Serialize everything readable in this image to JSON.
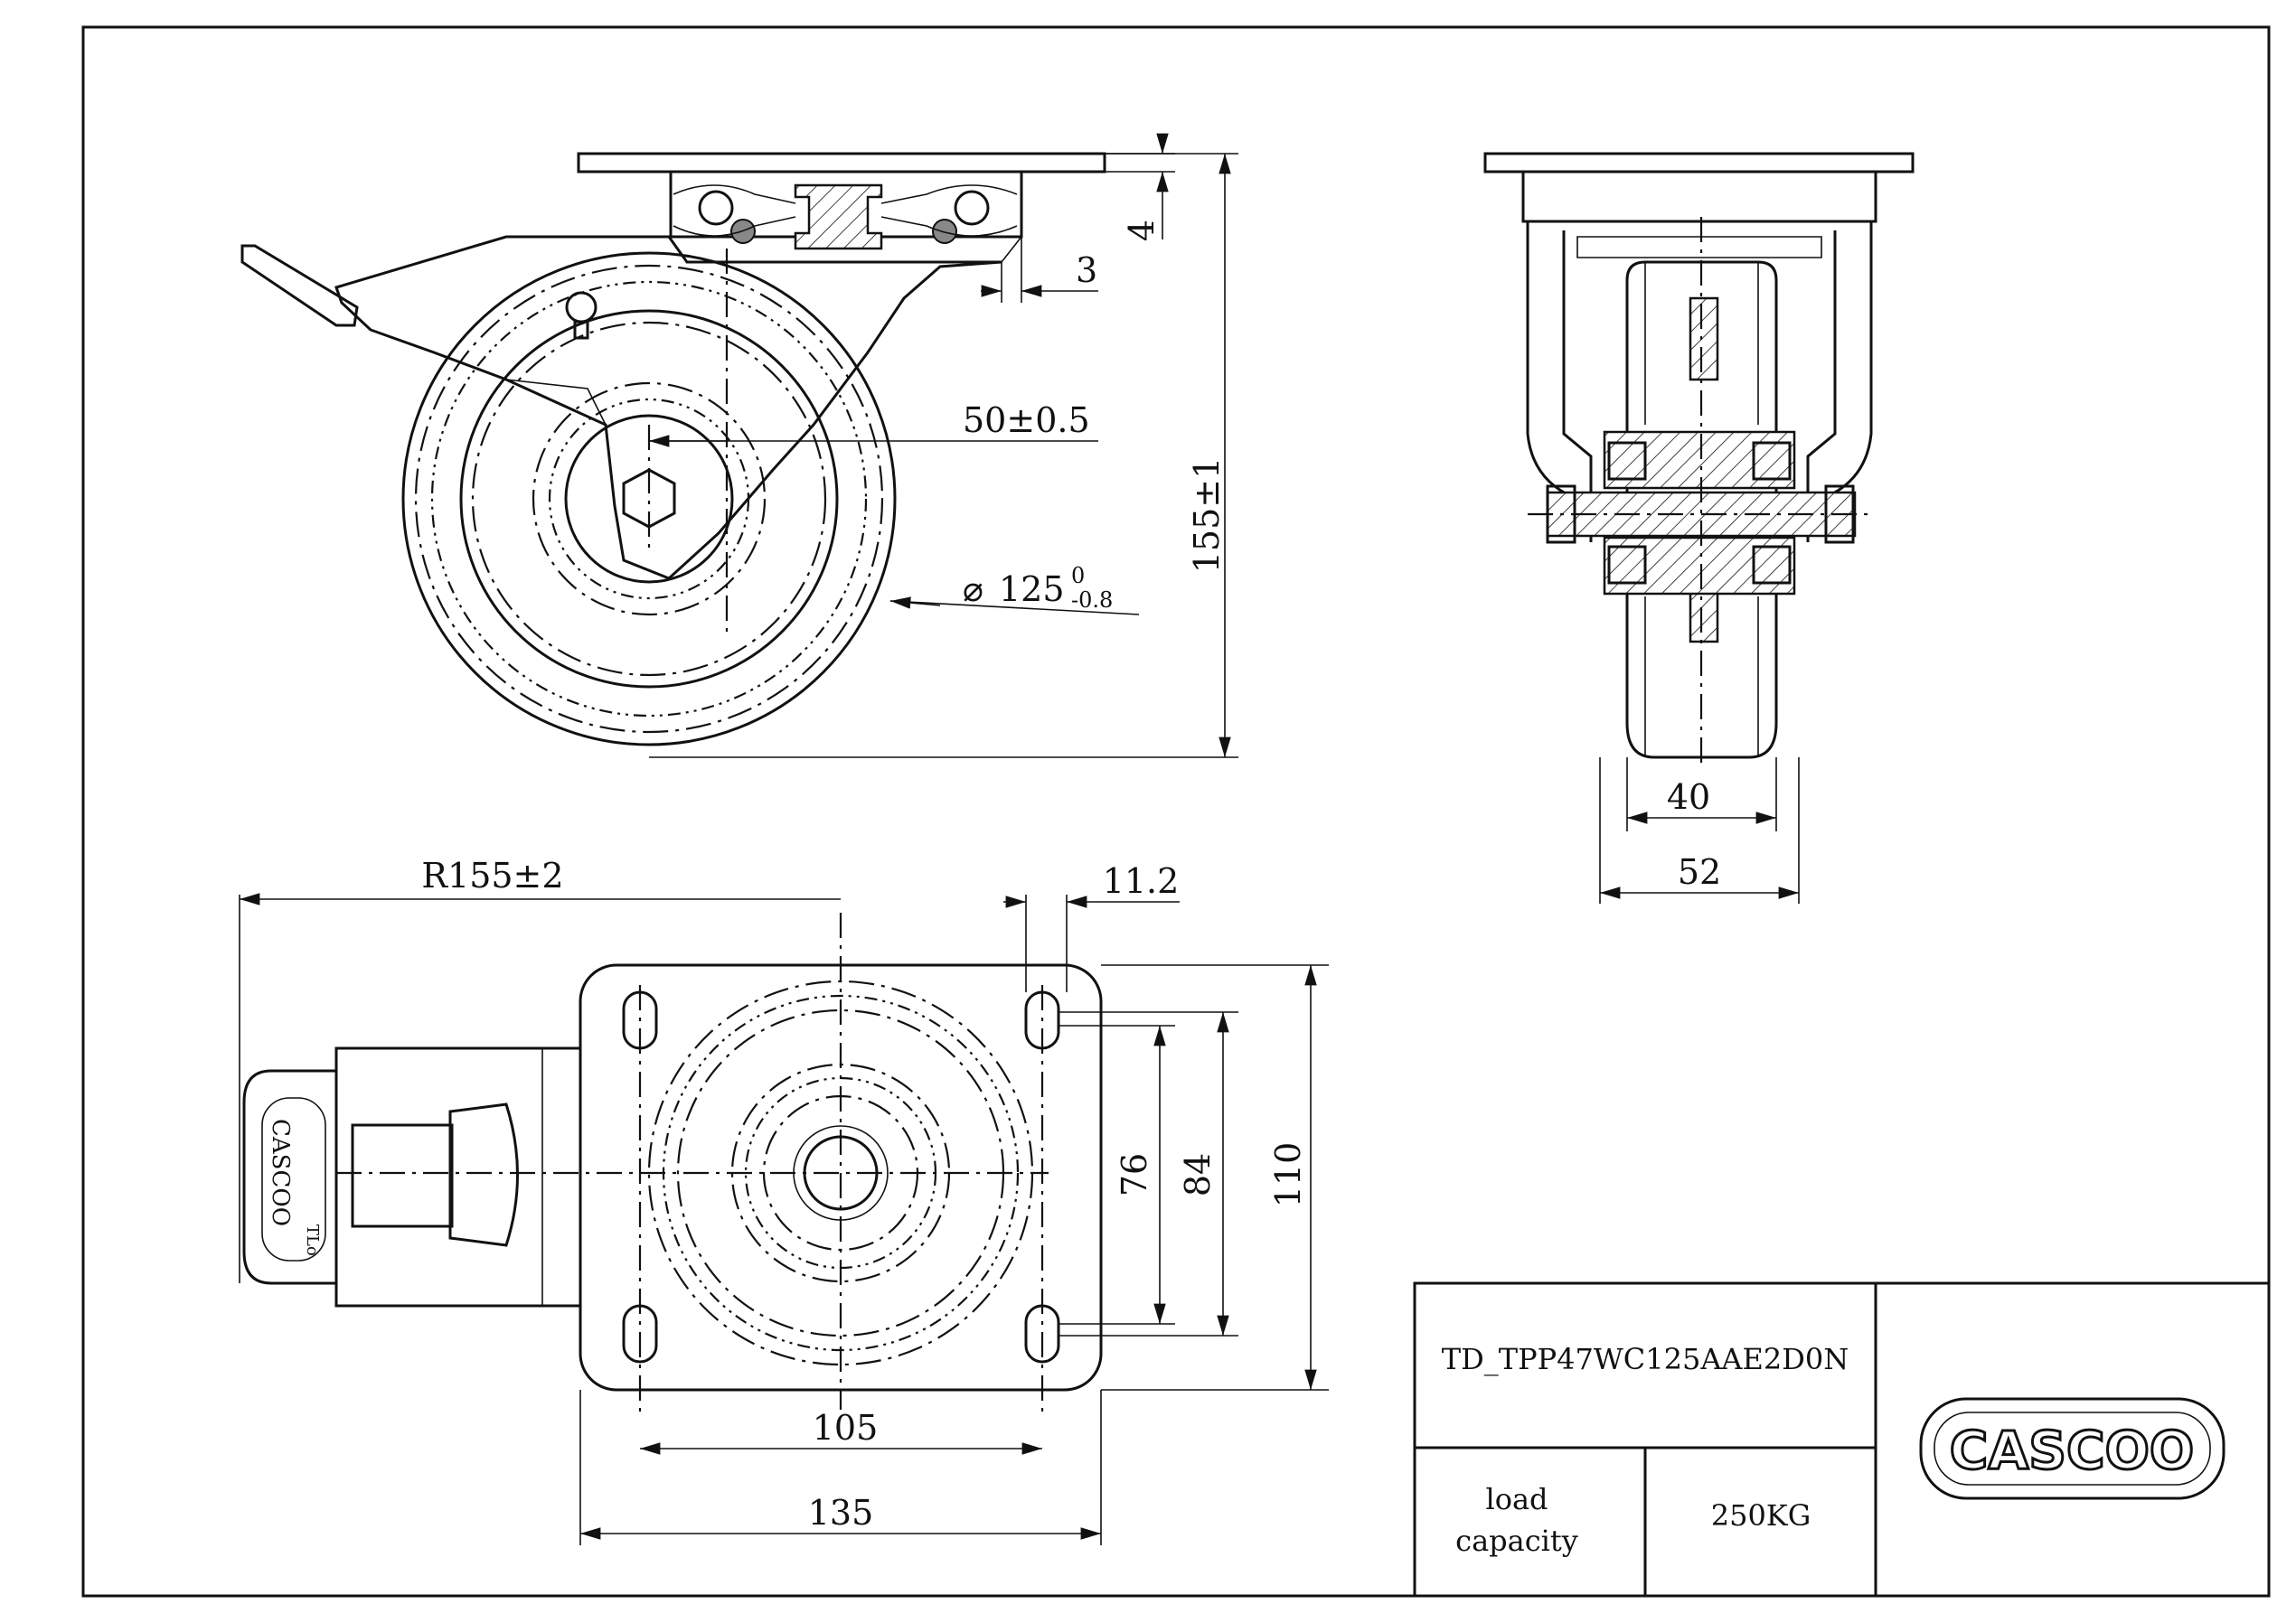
{
  "dimensions": {
    "plate_thickness": "4",
    "swivel_offset": "3",
    "offset": "50±0.5",
    "wheel_diameter": "125",
    "wheel_tol_upper": "0",
    "wheel_tol_lower": "-0.8",
    "overall_height": "155±1",
    "wheel_width": "40",
    "leg_width": "52",
    "swivel_radius": "R155±2",
    "slot_width": "11.2",
    "hole_span_short": "76",
    "hole_span_short_outer": "84",
    "plate_width": "110",
    "hole_span_long": "105",
    "plate_length": "135"
  },
  "title_block": {
    "part_number": "TD_TPP47WC125AAE2D0N",
    "load_label_line1": "load",
    "load_label_line2": "capacity",
    "load_value": "250KG",
    "logo_text": "CASCOO"
  },
  "brake_marking": {
    "text": "CASCOO",
    "suffix": "TLo"
  },
  "colors": {
    "ink": "#111111",
    "paper": "#ffffff"
  }
}
